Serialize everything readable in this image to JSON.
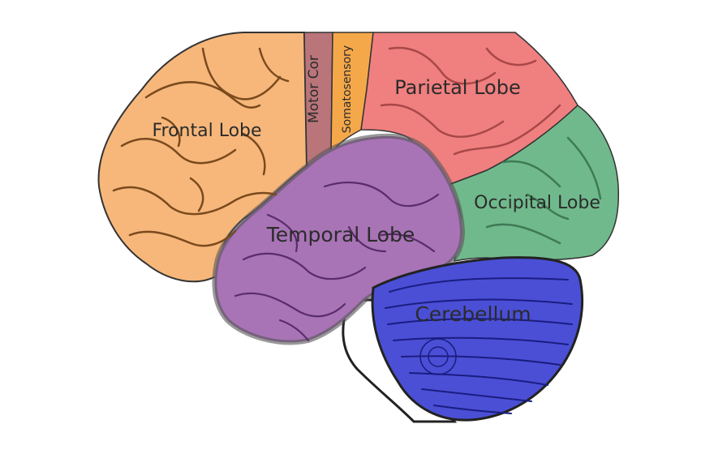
{
  "labels": {
    "frontal": "Frontal Lobe",
    "motor": "Motor Cor",
    "somatosensory": "Somatosensory",
    "parietal": "Parietal Lobe",
    "occipital": "Occipital Lobe",
    "temporal": "Temporal Lobe",
    "cerebellum": "Cerebellum"
  },
  "colors": {
    "frontal": "#f7b77a",
    "motor": "#b9757a",
    "somatosensory": "#f5a84a",
    "parietal": "#f07f7f",
    "occipital": "#70b98c",
    "temporal": "#a874b6",
    "cerebellum": "#4a4fd6",
    "gyri_outline": "#7a4a1e",
    "stem": "#ffffff"
  }
}
